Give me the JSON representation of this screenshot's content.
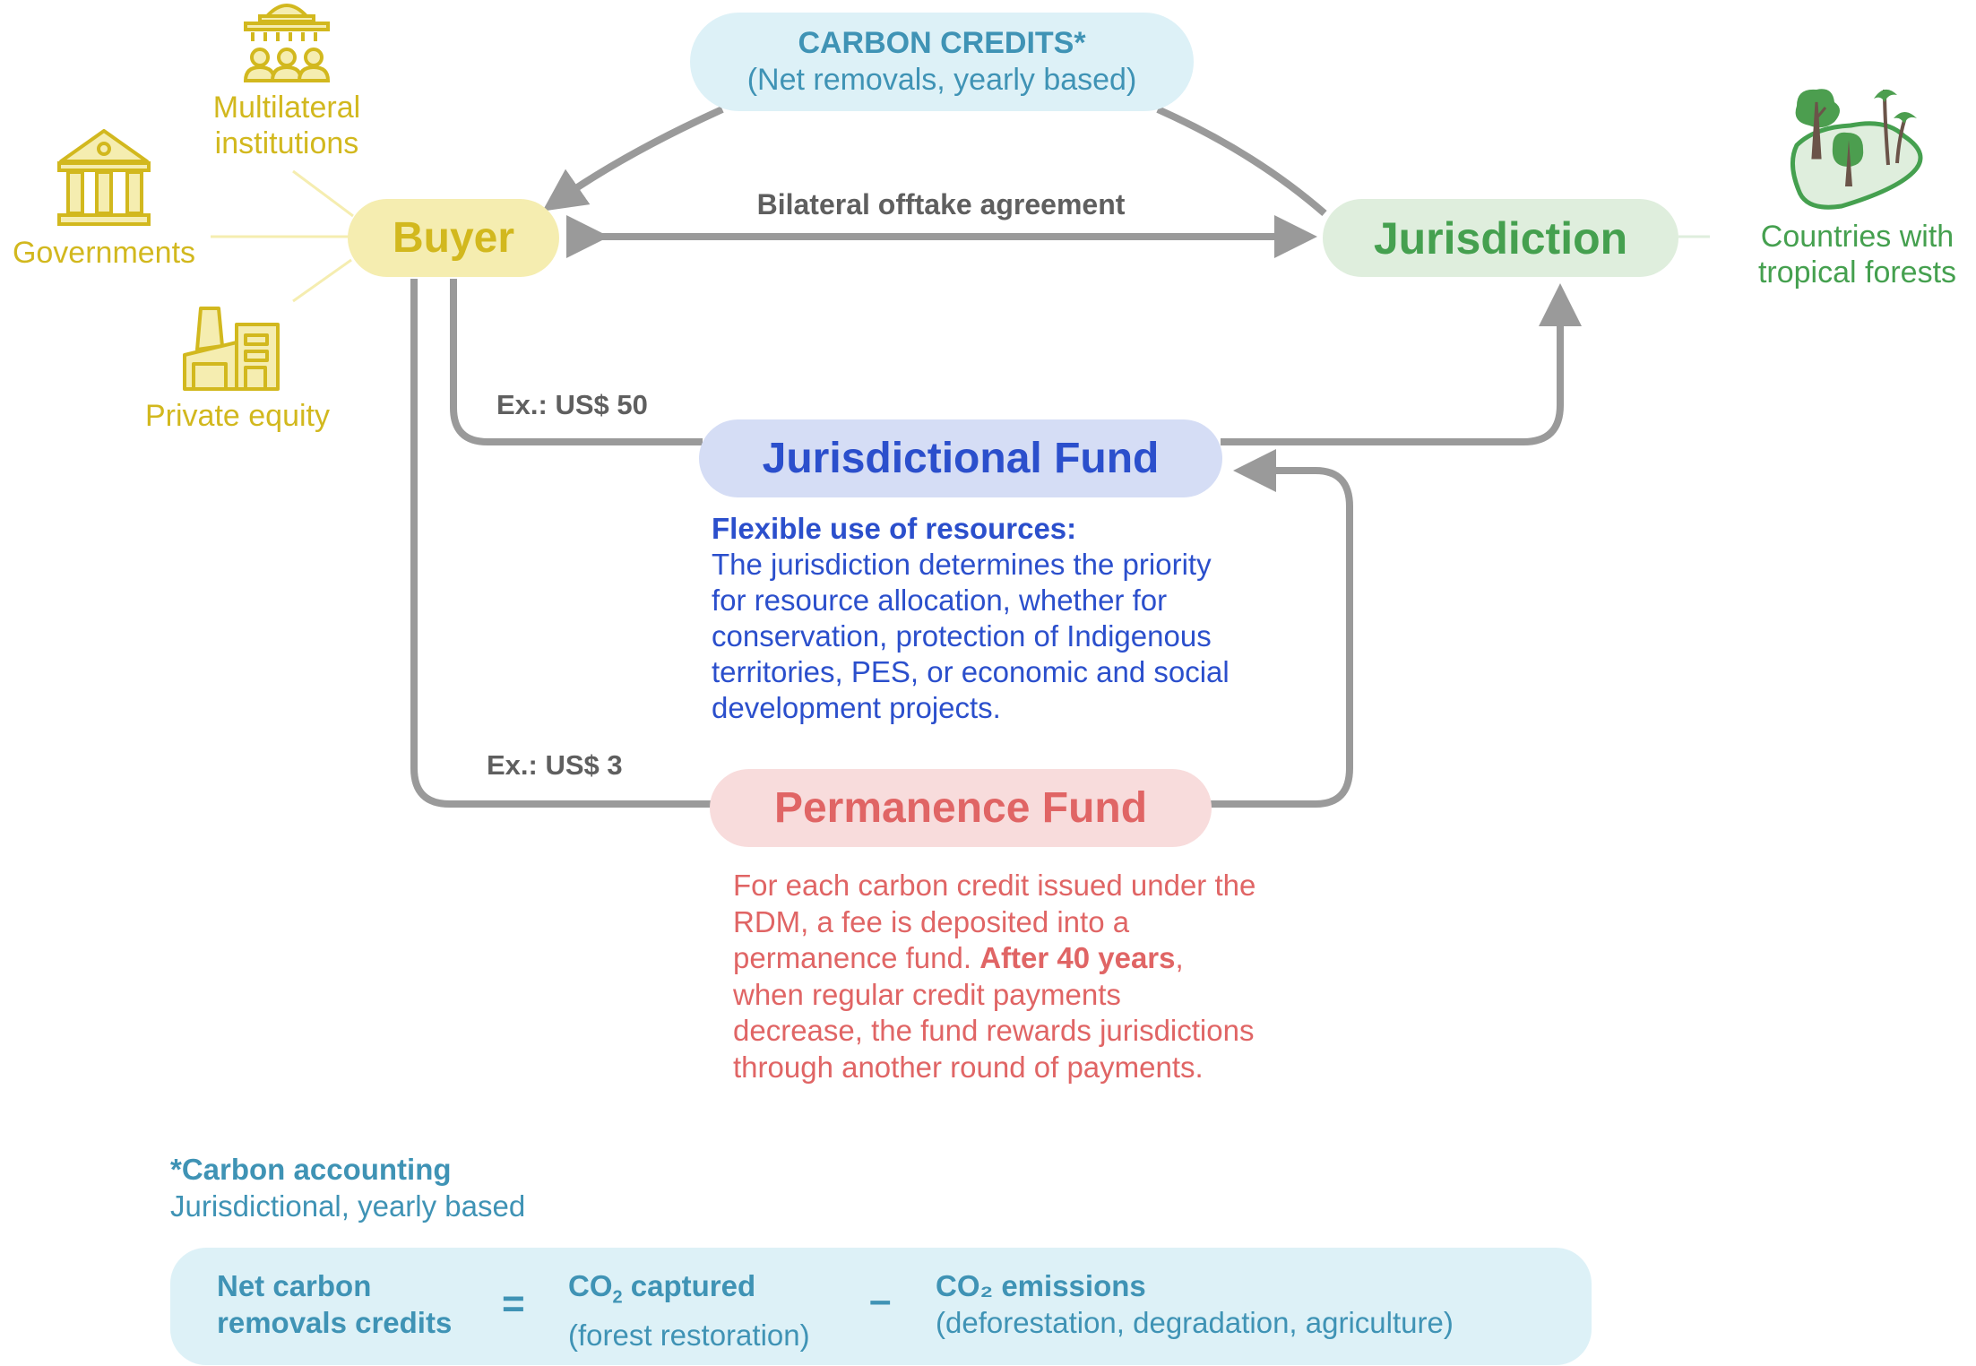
{
  "carbon_credits": {
    "title": "CARBON CREDITS*",
    "subtitle": "(Net removals, yearly based)"
  },
  "buyer": {
    "label": "Buyer",
    "sources": [
      {
        "label_line1": "Multilateral",
        "label_line2": "institutions",
        "icon": "multilateral-institutions-icon"
      },
      {
        "label_line1": "Governments",
        "label_line2": "",
        "icon": "government-building-icon"
      },
      {
        "label_line1": "Private equity",
        "label_line2": "",
        "icon": "factory-icon"
      }
    ]
  },
  "jurisdiction": {
    "label": "Jurisdiction",
    "note_line1": "Countries with",
    "note_line2": "tropical forests",
    "icon": "tropical-forest-icon"
  },
  "agreement_label": "Bilateral offtake agreement",
  "jurisdictional_fund": {
    "label": "Jurisdictional Fund",
    "example": "Ex.: US$ 50",
    "desc_title": "Flexible use of resources:",
    "desc_lines": [
      "The jurisdiction determines the priority",
      "for resource allocation, whether for",
      "conservation, protection of Indigenous",
      "territories, PES, or economic and social",
      "development projects."
    ]
  },
  "permanence_fund": {
    "label": "Permanence Fund",
    "example": "Ex.: US$ 3",
    "desc_line1": "For each carbon credit issued under the",
    "desc_line2": "RDM, a fee is deposited into a",
    "desc_line3_pre": "permanence fund. ",
    "desc_line3_bold": "After 40 years",
    "desc_line3_post": ",",
    "desc_line4": "when regular credit payments",
    "desc_line5": "decrease, the fund rewards jurisdictions",
    "desc_line6": "through another round of payments."
  },
  "accounting": {
    "title": "*Carbon accounting",
    "subtitle": "Jurisdictional, yearly based",
    "formula": {
      "lhs_line1": "Net carbon",
      "lhs_line2": "removals credits",
      "equals": "=",
      "term1_title_pre": "CO",
      "term1_title_sub": "2",
      "term1_title_post": " captured",
      "term1_desc": "(forest restoration)",
      "minus": "–",
      "term2_title": "CO₂ emissions",
      "term2_desc": "(deforestation, degradation, agriculture)"
    }
  },
  "colors": {
    "buyer": "#d2b81e",
    "buyer_bg": "#f5edb0",
    "jurisdiction": "#45a04f",
    "jurisdiction_bg": "#dfeedd",
    "fund": "#2b4fcc",
    "fund_bg": "#d5ddf5",
    "permanence": "#e06565",
    "permanence_bg": "#f8dcdc",
    "credits": "#3f93b5",
    "credits_bg": "#ddf1f7",
    "arrow": "#9a9a9a"
  }
}
